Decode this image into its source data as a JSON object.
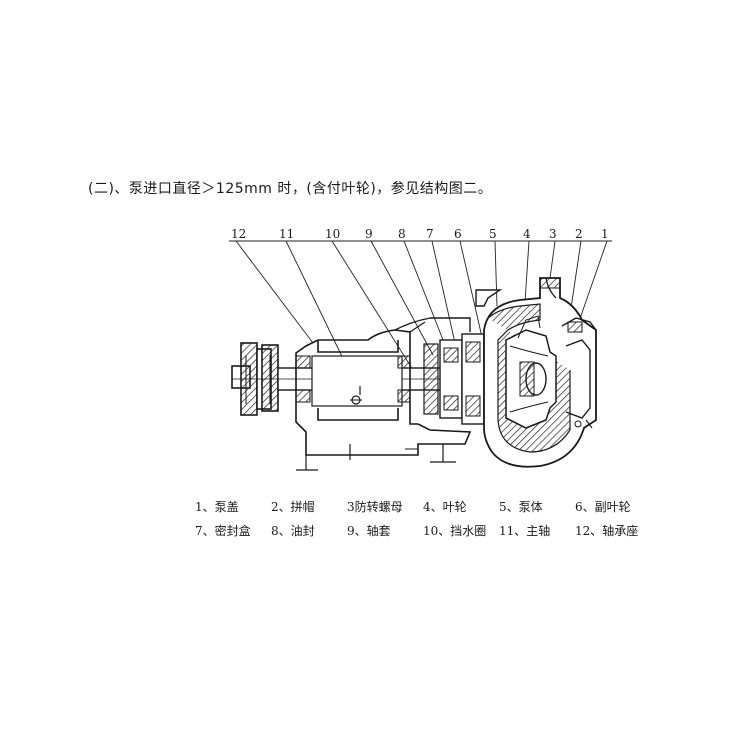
{
  "heading": "(二)、泵进口直径＞125mm 时，(含付叶轮)，参见结构图二。",
  "callouts": [
    "12",
    "11",
    "10",
    "9",
    "8",
    "7",
    "6",
    "5",
    "4",
    "3",
    "2",
    "1"
  ],
  "legend": [
    [
      {
        "num": "1、",
        "name": "泵盖"
      },
      {
        "num": "2、",
        "name": "拼帽"
      },
      {
        "num": "3",
        "name": "防转螺母"
      },
      {
        "num": "4、",
        "name": "叶轮"
      },
      {
        "num": "5、",
        "name": "泵体"
      },
      {
        "num": "6、",
        "name": "副叶轮"
      }
    ],
    [
      {
        "num": "7、",
        "name": "密封盒"
      },
      {
        "num": "8、",
        "name": "油封"
      },
      {
        "num": "9、",
        "name": "轴套"
      },
      {
        "num": "10、",
        "name": "挡水圈"
      },
      {
        "num": "11、",
        "name": "主轴"
      },
      {
        "num": "12、",
        "name": "轴承座"
      }
    ]
  ]
}
